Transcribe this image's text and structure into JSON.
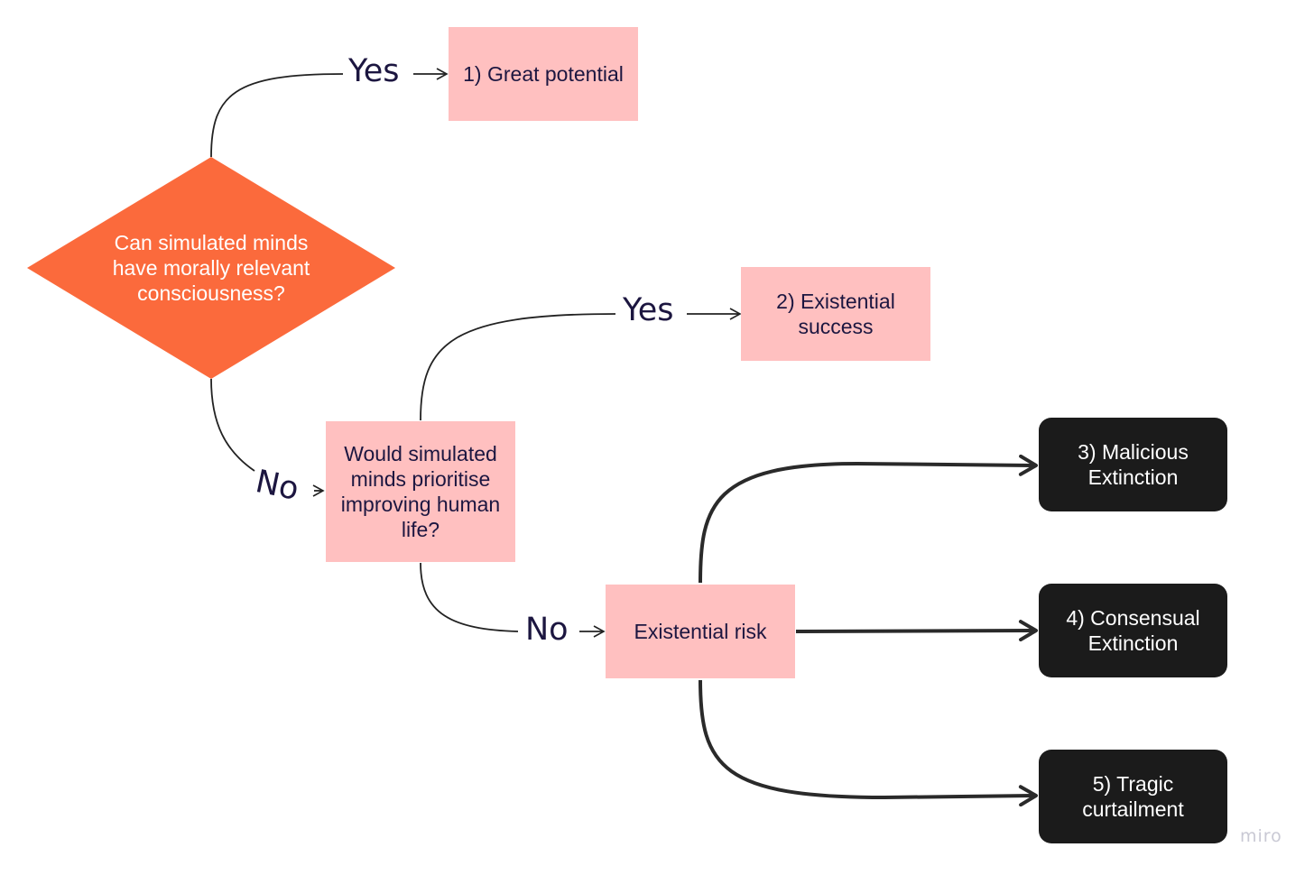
{
  "diagram": {
    "decision_consciousness": "Can simulated minds have morally relevant consciousness?",
    "decision_prioritise": "Would simulated minds prioritise improving human life?",
    "existential_risk": "Existential risk",
    "outcomes": {
      "great_potential": "1) Great potential",
      "existential_success": "2) Existential success",
      "malicious_extinction": "3) Malicious Extinction",
      "consensual_extinction": "4) Consensual Extinction",
      "tragic_curtailment": "5) Tragic curtailment"
    },
    "edge_labels": {
      "yes_top": "Yes",
      "no_left": "No",
      "yes_middle": "Yes",
      "no_bottom": "No"
    }
  },
  "watermark": "miro",
  "colors": {
    "diamond": "#fb6a3c",
    "pink_box": "#ffc0c0",
    "black_box": "#1b1b1b",
    "ink": "#1c1640"
  }
}
